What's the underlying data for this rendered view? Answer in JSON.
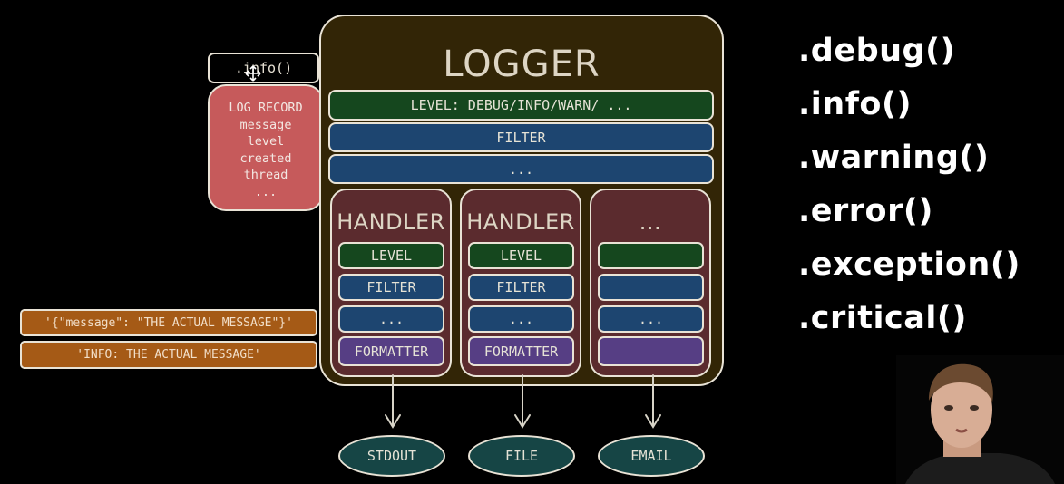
{
  "call": ".info()",
  "log_record": {
    "title": "LOG RECORD",
    "fields": [
      "message",
      "level",
      "created",
      "thread",
      "..."
    ]
  },
  "logger": {
    "title": "LOGGER",
    "level": "LEVEL: DEBUG/INFO/WARN/ ...",
    "filter": "FILTER",
    "more": "..."
  },
  "handlers": [
    {
      "title": "HANDLER",
      "level": "LEVEL",
      "filter": "FILTER",
      "more": "...",
      "formatter": "FORMATTER"
    },
    {
      "title": "HANDLER",
      "level": "LEVEL",
      "filter": "FILTER",
      "more": "...",
      "formatter": "FORMATTER"
    },
    {
      "title": "...",
      "level": "",
      "filter": "",
      "more": "...",
      "formatter": ""
    }
  ],
  "formatted": {
    "json": "'{\"message\": \"THE ACTUAL MESSAGE\"}'",
    "text": "'INFO: THE ACTUAL MESSAGE'"
  },
  "destinations": [
    "STDOUT",
    "FILE",
    "EMAIL"
  ],
  "methods": [
    ".debug()",
    ".info()",
    ".warning()",
    ".error()",
    ".exception()",
    ".critical()"
  ],
  "colors": {
    "logger_bg": "#322506",
    "record_bg": "#c65a5b",
    "level_green": "#15471e",
    "filter_blue": "#1d4570",
    "formatter_purple": "#563e84",
    "handler_bg": "#5b2b2e",
    "format_orange": "#a55a16",
    "dest_teal": "#164545"
  }
}
